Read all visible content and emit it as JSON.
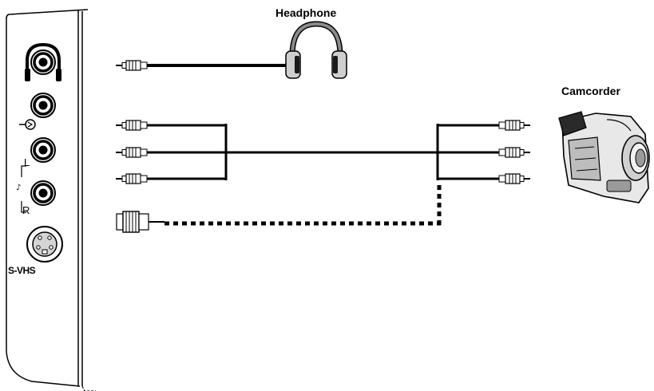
{
  "labels": {
    "headphone": "Headphone",
    "camcorder": "Camcorder",
    "svhs": "S-VHS",
    "left": "L",
    "right": "R"
  },
  "colors": {
    "line": "#000000",
    "plug_gray": "#8a8a8a",
    "body_gray": "#cfcfcf",
    "dark": "#1a1a1a"
  },
  "icons": [
    "headphone-jack-icon",
    "video-in-icon",
    "audio-note-icon",
    "svhs-socket-icon",
    "headphones-icon",
    "camcorder-icon",
    "rca-plug-icon",
    "svhs-plug-icon"
  ]
}
